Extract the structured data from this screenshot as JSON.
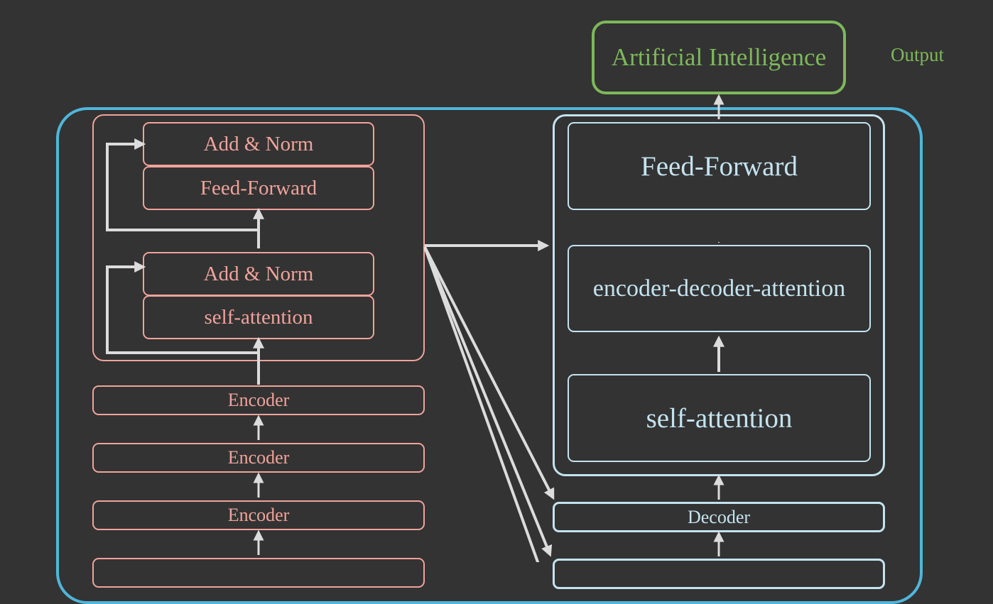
{
  "output": {
    "box_label": "Artificial Intelligence",
    "side_label": "Output",
    "color": "#7db85a"
  },
  "encoder": {
    "color": "#f0a39b",
    "detail": {
      "add_norm_top": "Add & Norm",
      "feed_forward": "Feed-Forward",
      "add_norm_bottom": "Add & Norm",
      "self_attention": "self-attention"
    },
    "stack": [
      "Encoder",
      "Encoder",
      "Encoder"
    ]
  },
  "decoder": {
    "color": "#c4e3ef",
    "detail": {
      "feed_forward": "Feed-Forward",
      "enc_dec_attention": "encoder-decoder-attention",
      "self_attention": "self-attention"
    },
    "stack": [
      "Decoder"
    ]
  },
  "colors": {
    "background": "#333333",
    "outer_frame": "#4fb6dc",
    "arrow": "#dcdcdc"
  }
}
